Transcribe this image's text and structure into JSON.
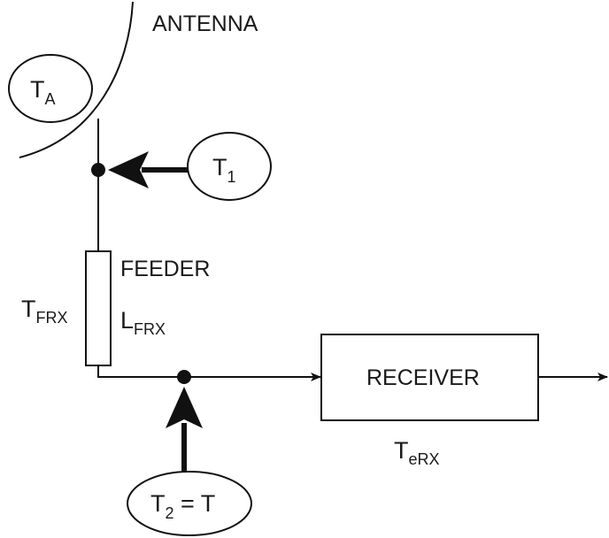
{
  "diagram": {
    "antenna": {
      "label": "ANTENNA"
    },
    "antenna_temp": {
      "main": "T",
      "sub": "A"
    },
    "noise_input_1": {
      "main": "T",
      "sub": "1"
    },
    "feeder": {
      "label": "FEEDER",
      "temp": {
        "main": "T",
        "sub": "FRX"
      },
      "loss": {
        "main": "L",
        "sub": "FRX"
      }
    },
    "receiver": {
      "label": "RECEIVER",
      "temp": {
        "main": "T",
        "sub": "eRX"
      }
    },
    "noise_input_2": {
      "main": "T",
      "sub": "2",
      "suffix": " = T"
    }
  }
}
